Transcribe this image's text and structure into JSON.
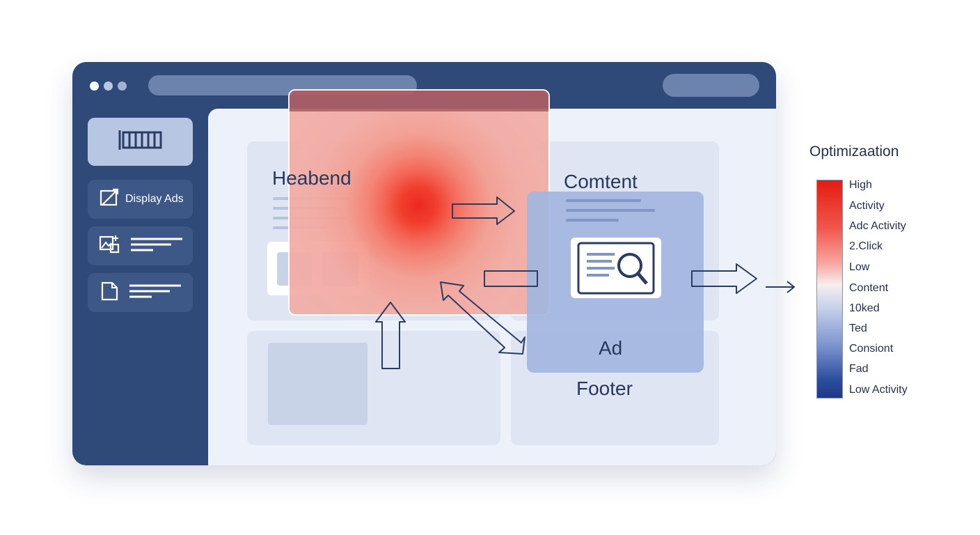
{
  "sidebar": {
    "items": [
      {
        "icon": "barcode-icon",
        "label": ""
      },
      {
        "icon": "swap-frame-icon",
        "label": "Display Ads"
      },
      {
        "icon": "image-add-icon",
        "label": ""
      },
      {
        "icon": "document-icon",
        "label": ""
      }
    ]
  },
  "sections": {
    "header": "Heabend",
    "content": "Comtent",
    "ad": "Ad",
    "footer": "Footer"
  },
  "legend": {
    "title": "Optimizaation",
    "items": [
      "High",
      "Activity",
      "Adc Activity",
      "2.Click",
      "Low",
      "Content",
      "10ked",
      "Ted",
      "Consiont",
      "Fad",
      "Low Activity"
    ],
    "colors": {
      "high": "#e51b12",
      "mid": "#f7eeee",
      "low": "#1d3a86"
    }
  },
  "colors": {
    "frame": "#2f4a78",
    "accent": "#6b83ad",
    "heat": "#ef1b12",
    "content_panel": "#a3b6df"
  }
}
